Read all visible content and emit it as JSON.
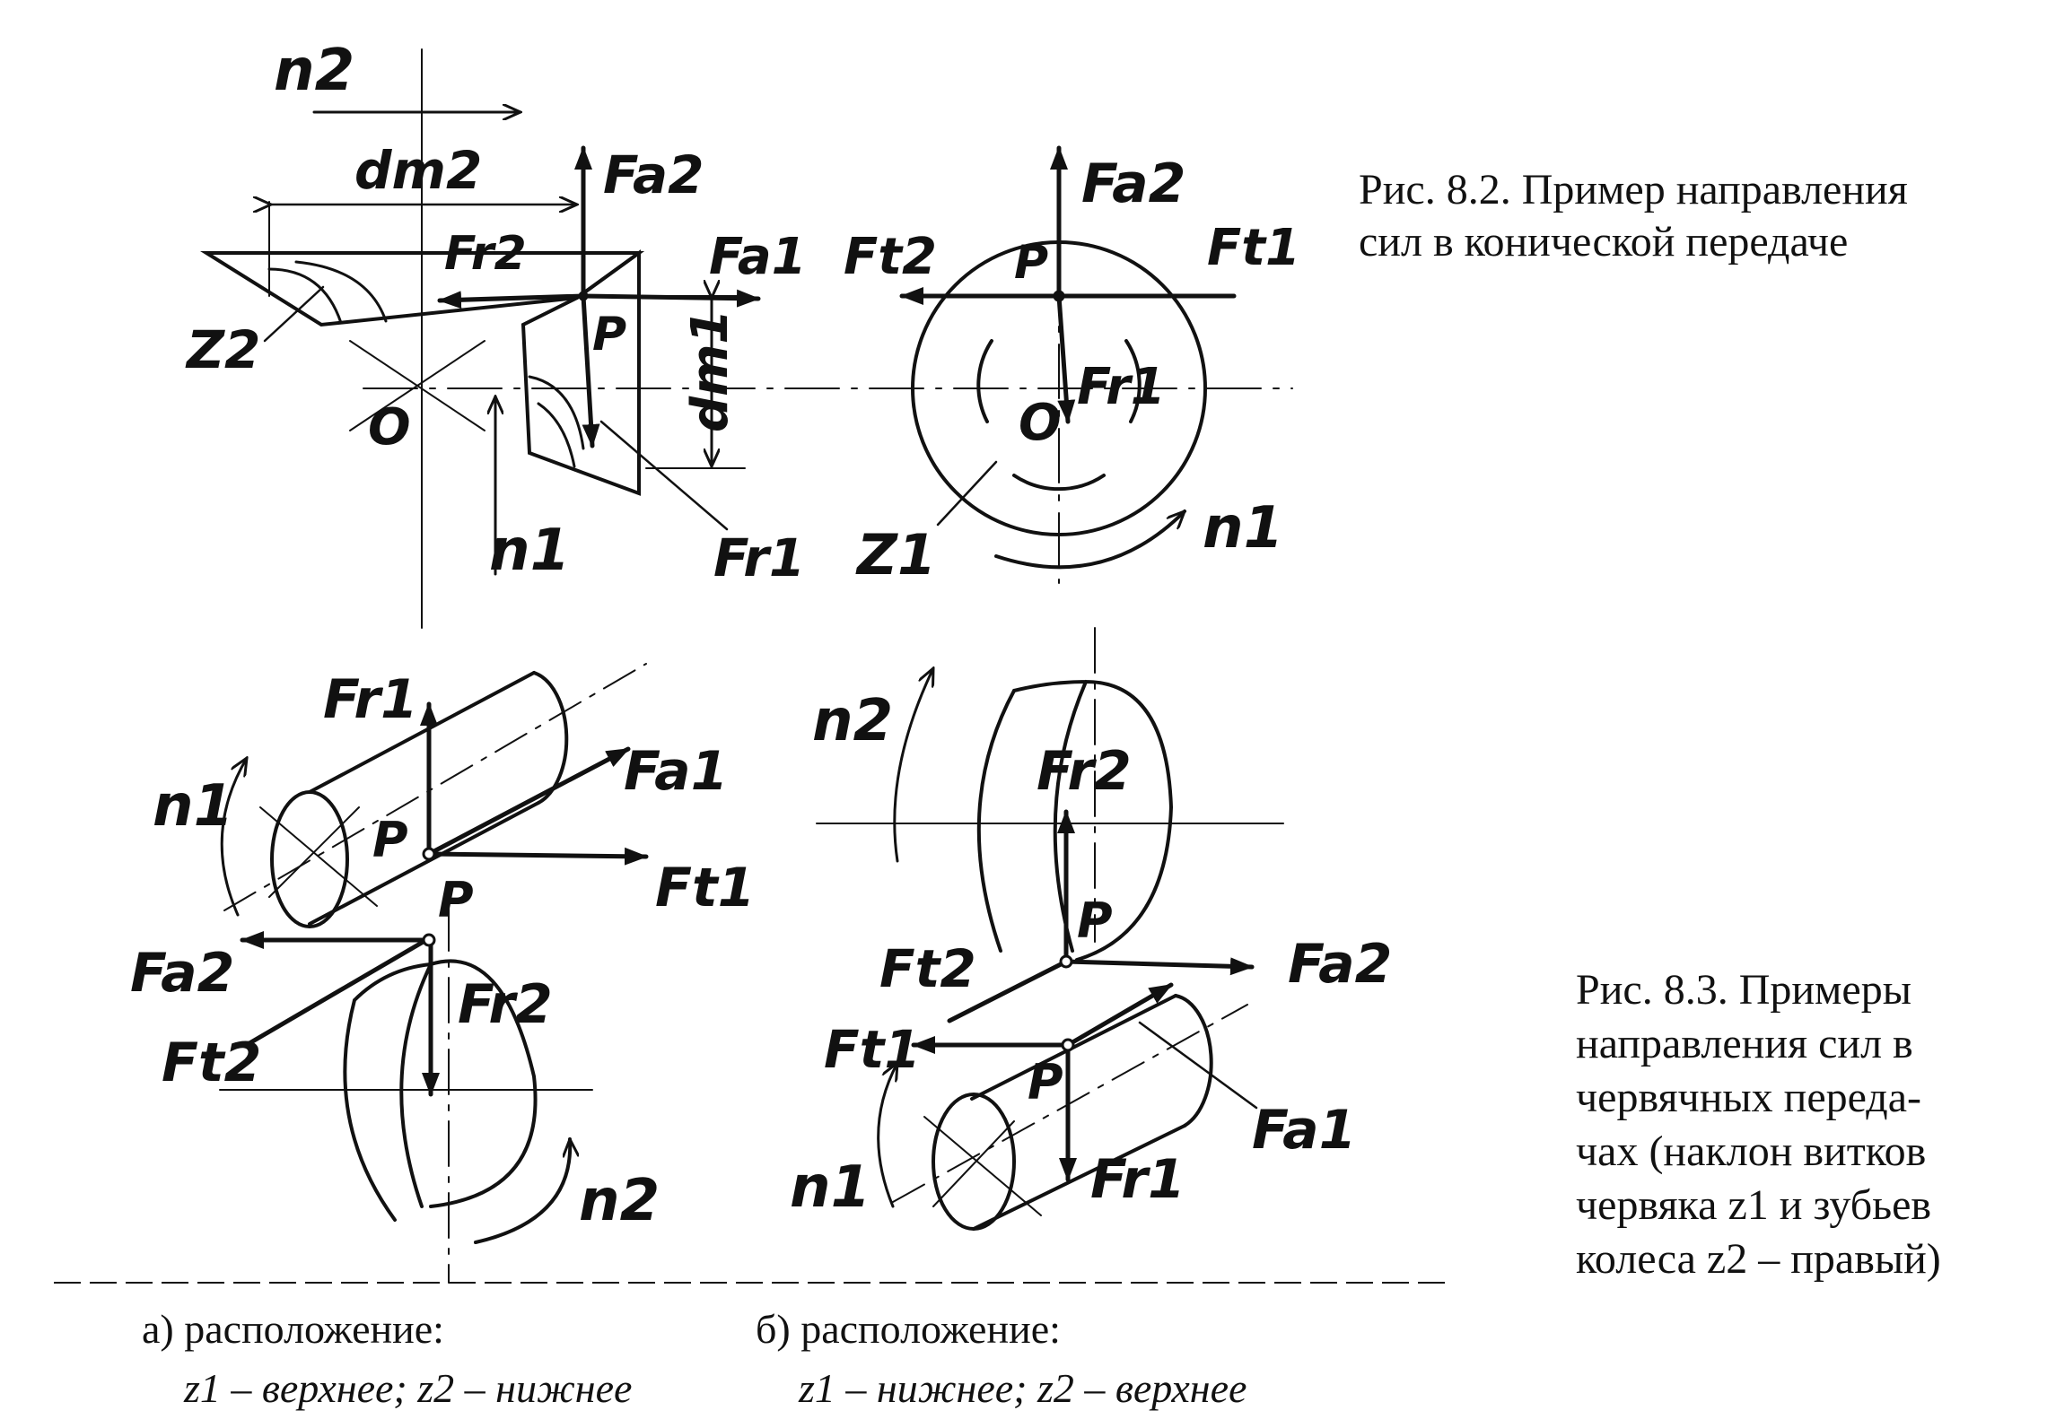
{
  "captions": {
    "fig82": [
      "Рис. 8.2. Пример направления",
      "сил в конической передаче"
    ],
    "fig83": [
      "Рис.  8.3.  Примеры",
      "направления  сил  в",
      "червячных  переда-",
      "чах (наклон витков",
      "червяка z1 и зубьев",
      "колеса z2 – правый)"
    ],
    "sub_a": "а) расположение:",
    "sub_a_detail": "z1 – верхнее;  z2 – нижнее",
    "sub_b": "б) расположение:",
    "sub_b_detail": "z1 – нижнее;  z2 – верхнее"
  },
  "labels": {
    "cone_left": {
      "n2": "n2",
      "dm2": "dm2",
      "Fa2": "Fa2",
      "Fr2": "Fr2",
      "Fa1": "Fa1",
      "z2": "Z2",
      "O": "O",
      "P": "P",
      "dm1": "dm1",
      "n1": "n1",
      "Fr1": "Fr1"
    },
    "cone_right": {
      "Fa2": "Fa2",
      "Ft2": "Ft2",
      "P": "P",
      "Ft1": "Ft1",
      "Fr1": "Fr1",
      "O": "O",
      "z1": "Z1",
      "n1": "n1"
    },
    "worm_a": {
      "Fr1": "Fr1",
      "Fa1": "Fa1",
      "n1": "n1",
      "P": "P",
      "Ft1": "Ft1",
      "P2": "P",
      "Fa2": "Fa2",
      "Ft2": "Ft2",
      "Fr2": "Fr2",
      "n2": "n2"
    },
    "worm_b": {
      "n2": "n2",
      "Fr2": "Fr2",
      "P": "P",
      "Ft2": "Ft2",
      "Fa2": "Fa2",
      "Ft1": "Ft1",
      "P2": "P",
      "Fa1": "Fa1",
      "n1": "n1",
      "Fr1": "Fr1"
    }
  }
}
